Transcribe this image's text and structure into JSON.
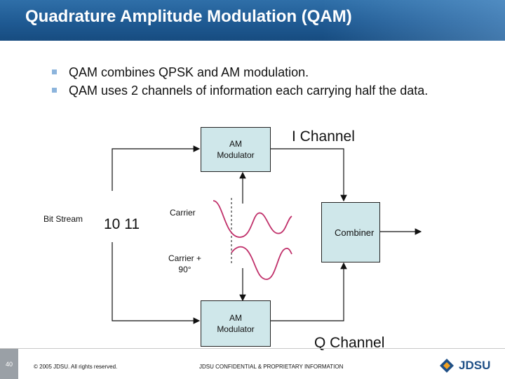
{
  "slide": {
    "title": "Quadrature Amplitude Modulation (QAM)",
    "bullets": [
      "QAM combines QPSK and AM modulation.",
      "QAM uses 2 channels of information each carrying half the data."
    ]
  },
  "diagram": {
    "bit_stream_label": "Bit Stream",
    "bits": "10 11",
    "am_mod_top": [
      "AM",
      "Modulator"
    ],
    "am_mod_bottom": [
      "AM",
      "Modulator"
    ],
    "i_channel": "I Channel",
    "q_channel": "Q Channel",
    "carrier": "Carrier",
    "carrier_90": [
      "Carrier +",
      "90°"
    ],
    "combiner": "Combiner"
  },
  "footer": {
    "page_number": "40",
    "copyright": "© 2005 JDSU. All rights reserved.",
    "confidential": "JDSU CONFIDENTIAL & PROPRIETARY INFORMATION",
    "logo_text": "JDSU"
  },
  "colors": {
    "title_bar": "#1f5a93",
    "box_fill": "#cfe7ea",
    "sine_wave": "#c0306a",
    "bullet_mark": "#8cb4dc"
  }
}
